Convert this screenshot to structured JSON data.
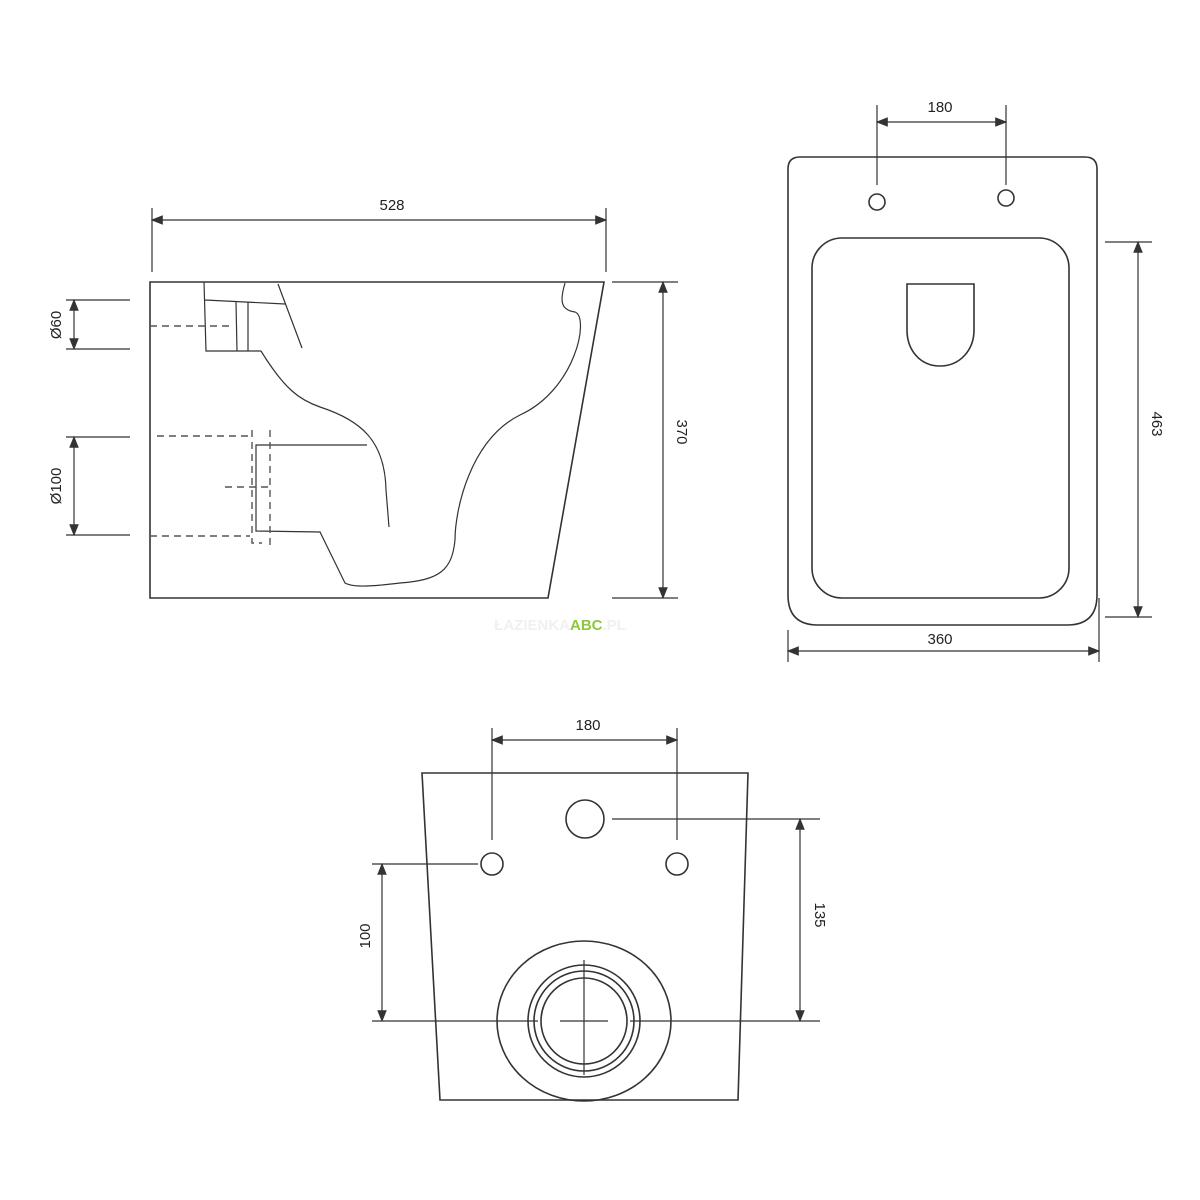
{
  "side_view": {
    "width": "528",
    "height": "370",
    "inlet_diameter": "Ø60",
    "outlet_diameter": "Ø100"
  },
  "top_view": {
    "bolt_spacing": "180",
    "length": "463",
    "width": "360"
  },
  "rear_view": {
    "bolt_spacing": "180",
    "outlet_to_lower_bolts": "100",
    "outlet_to_inlet": "135"
  },
  "watermark": {
    "prefix": "ŁAZIENKA",
    "brand": "ABC",
    "suffix": ".PL",
    "brand_color": "#8dc63f"
  }
}
